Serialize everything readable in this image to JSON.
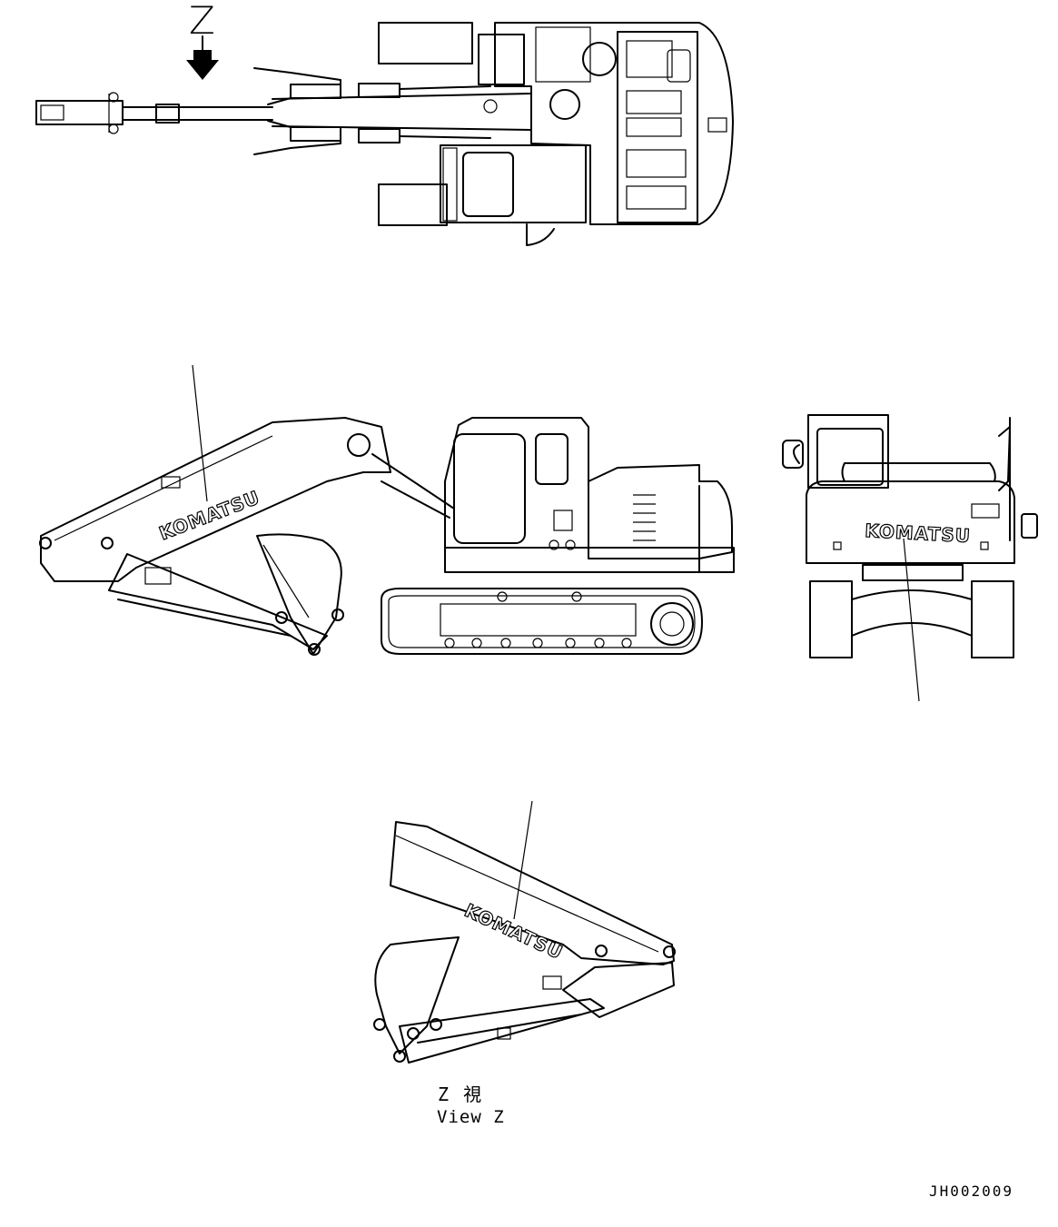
{
  "view_marker": {
    "letter": "Z"
  },
  "logo_text": "KOMATSU",
  "caption": {
    "japanese": "Z  視",
    "english": "View Z"
  },
  "drawing_code": "JH002009"
}
